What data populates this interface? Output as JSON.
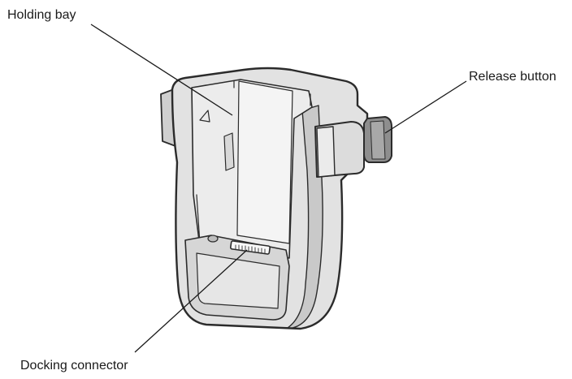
{
  "labels": {
    "holding_bay": "Holding bay",
    "release_button": "Release button",
    "docking_connector": "Docking connector"
  },
  "colors": {
    "body_fill": "#e2e2e2",
    "body_shade": "#c9c9c9",
    "bay_fill": "#ececec",
    "outline": "#2b2b2b",
    "button_fill": "#8e8e8e",
    "leader_line": "#1a1a1a"
  }
}
